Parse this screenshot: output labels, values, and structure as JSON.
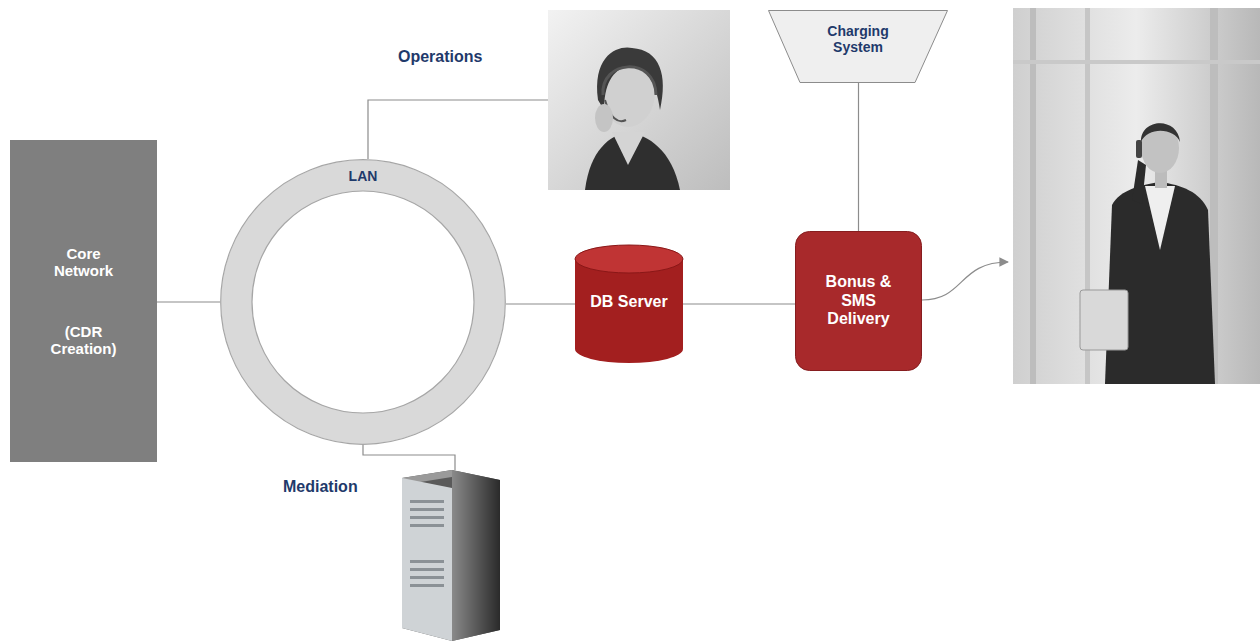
{
  "diagram": {
    "nodes": [
      {
        "text": [
          "Core Network",
          "(CDR Creation)"
        ]
      },
      {
        "text": [
          "LAN"
        ]
      },
      {
        "text": [
          "DB Server"
        ]
      },
      {
        "text": [
          "Bonus & SMS Delivery"
        ]
      },
      {
        "text": [
          "Charging System"
        ]
      }
    ],
    "edges": [
      {
        "from": 0,
        "to": 1,
        "arrow": "none"
      },
      {
        "from": 1,
        "to": 2,
        "arrow": "none"
      },
      {
        "from": 2,
        "to": 3,
        "arrow": "none"
      },
      {
        "from": 4,
        "to": 3,
        "arrow": "none"
      }
    ],
    "labels": [
      "Operations",
      "Mediation"
    ]
  }
}
